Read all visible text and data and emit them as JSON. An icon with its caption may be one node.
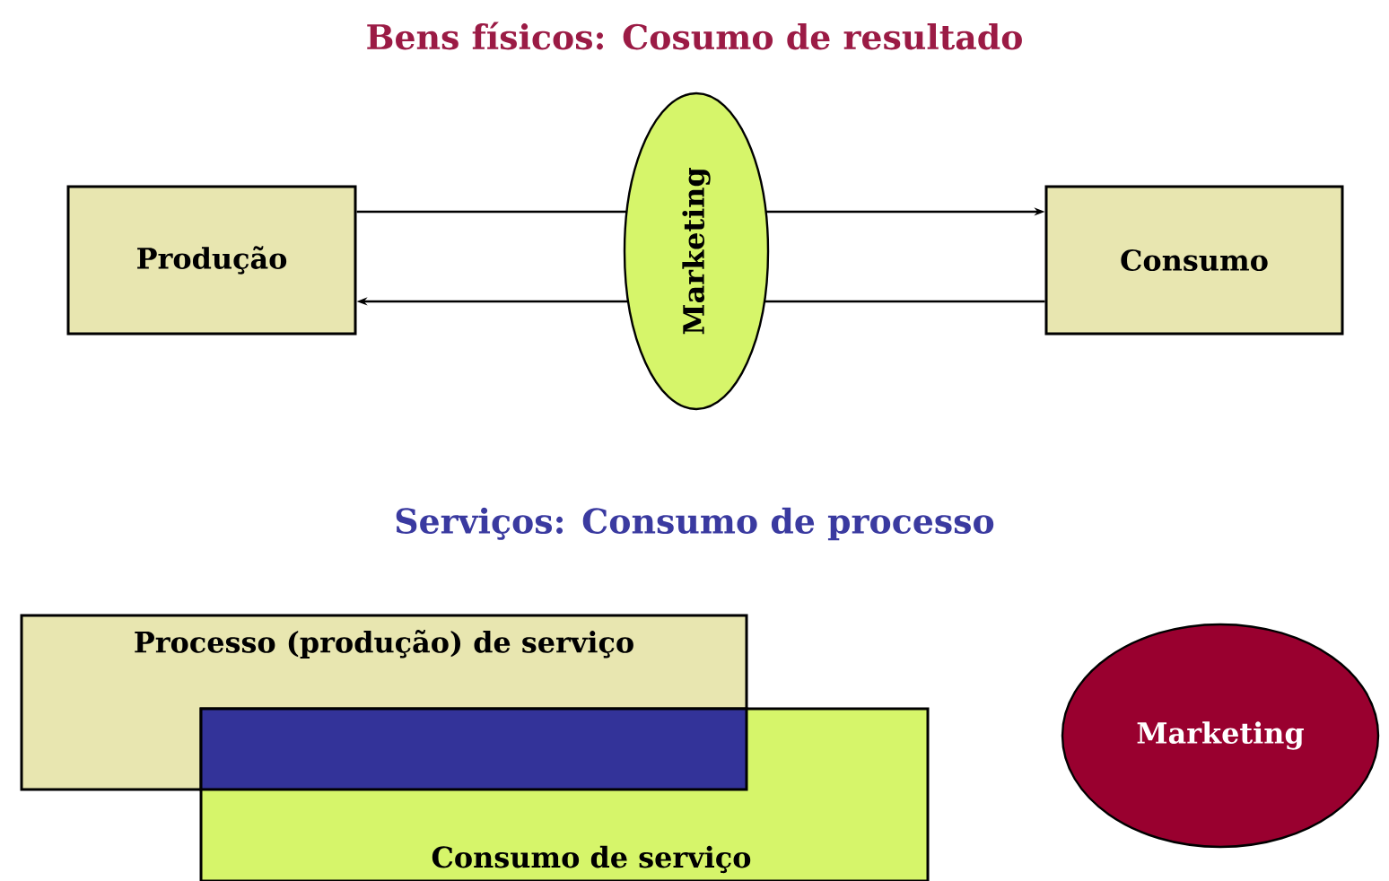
{
  "diagram": {
    "title": "Bens físicos: Cosumo de resultado",
    "nodes": [
      {
        "text": [
          "Produção"
        ]
      },
      {
        "text": [
          "Marketing"
        ]
      },
      {
        "text": [
          "Consumo"
        ]
      },
      {
        "text": [
          "Processo (produção) de serviço"
        ]
      },
      {
        "text": [
          "Consumo de serviço"
        ]
      },
      {
        "text": [],
        "shape": "box"
      },
      {
        "text": [
          "Marketing"
        ]
      }
    ],
    "edges": [
      {
        "from": 0,
        "to": 1,
        "arrow": "none"
      },
      {
        "from": 1,
        "to": 2,
        "arrow": "to"
      },
      {
        "from": 2,
        "to": 1,
        "arrow": "none"
      },
      {
        "from": 1,
        "to": 0,
        "arrow": "to"
      }
    ],
    "labels": [
      "Serviços: Consumo de processo"
    ]
  }
}
